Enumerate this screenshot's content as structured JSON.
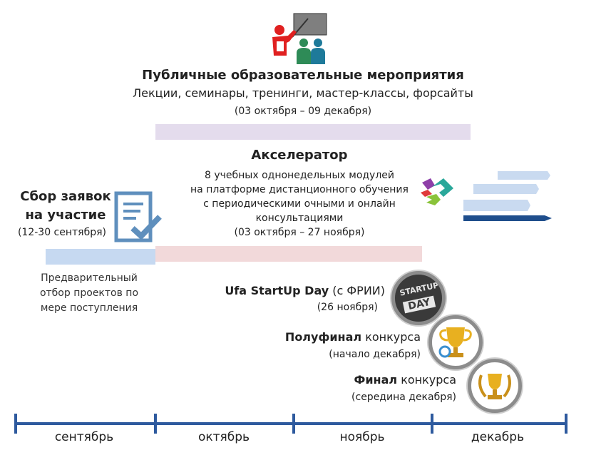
{
  "public_events": {
    "title": "Публичные образовательные мероприятия",
    "subtitle": "Лекции, семинары, тренинги, мастер-классы, форсайты",
    "dates": "(03 октября – 09 декабря)",
    "icon": "presentation-icon",
    "bar_color": "#e4dced"
  },
  "accelerator": {
    "title": "Акселератор",
    "lines": [
      "8 учебных однонедельных модулей",
      "на платформе дистанционного обучения",
      "с периодическими очными и онлайн",
      "консультациями"
    ],
    "dates": "(03 октября – 27 ноября)",
    "bar_color": "#f2d9da"
  },
  "applications": {
    "title_line1": "Сбор заявок",
    "title_line2": "на участие",
    "dates": "(12-30 сентября)",
    "icon": "form-check-icon",
    "bar_color": "#c6d9f1"
  },
  "preselection": {
    "lines": [
      "Предварительный",
      "отбор проектов по",
      "мере поступления"
    ]
  },
  "startup_day": {
    "title_bold": "Ufa StartUp Day",
    "title_rest": " (с ФРИИ)",
    "date": "(26 ноября)",
    "badge_text_1": "STARTUP",
    "badge_text_2": "DAY"
  },
  "semifinal": {
    "title_bold": "Полуфинал",
    "title_rest": " конкурса",
    "date": "(начало декабря)",
    "icon": "trophy-icon"
  },
  "final": {
    "title_bold": "Финал",
    "title_rest": " конкурса",
    "date": "(середина декабря)",
    "icon": "trophy-laurel-icon"
  },
  "timeline": {
    "months": [
      "сентябрь",
      "октябрь",
      "ноябрь",
      "декабрь"
    ],
    "color": "#2e5a9e"
  }
}
